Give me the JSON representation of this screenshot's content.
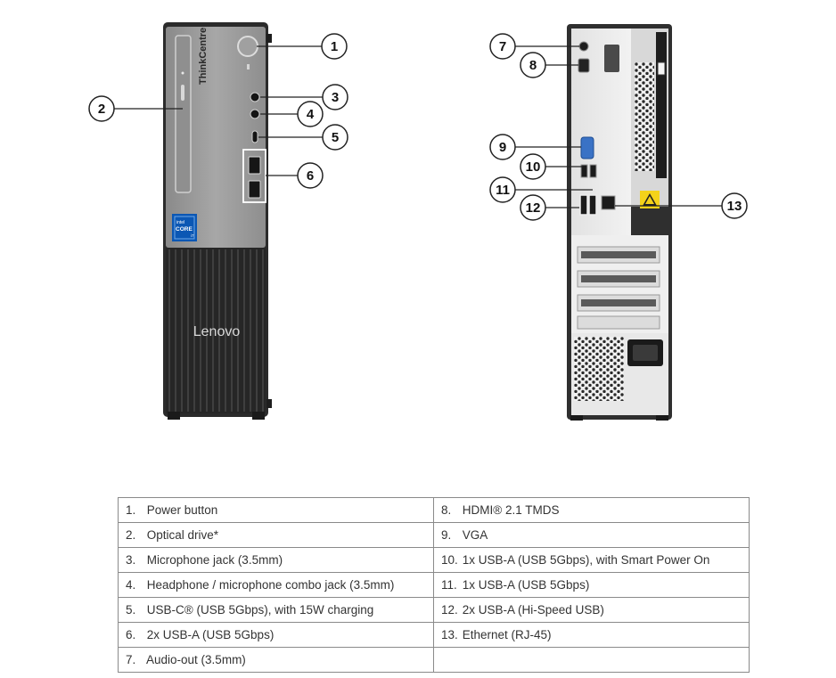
{
  "front_view": {
    "brand_logo": "Lenovo",
    "series_label": "ThinkCentre",
    "cpu_badge": {
      "line1": "intel",
      "line2": "CORE",
      "line3": "i7"
    },
    "callouts": [
      "1",
      "2",
      "3",
      "4",
      "5",
      "6"
    ]
  },
  "rear_view": {
    "callouts": [
      "7",
      "8",
      "9",
      "10",
      "11",
      "12",
      "13"
    ]
  },
  "ports_table": {
    "rows": [
      {
        "left": {
          "num": "1.",
          "label": "Power button"
        },
        "right": {
          "num": "8.",
          "label": "HDMI® 2.1 TMDS"
        }
      },
      {
        "left": {
          "num": "2.",
          "label": "Optical drive*"
        },
        "right": {
          "num": "9.",
          "label": "VGA"
        }
      },
      {
        "left": {
          "num": "3.",
          "label": "Microphone jack (3.5mm)"
        },
        "right": {
          "num": "10.",
          "label": "1x USB-A (USB 5Gbps), with Smart Power On"
        }
      },
      {
        "left": {
          "num": "4.",
          "label": "Headphone / microphone combo jack (3.5mm)"
        },
        "right": {
          "num": "11.",
          "label": "1x USB-A (USB 5Gbps)"
        }
      },
      {
        "left": {
          "num": "5.",
          "label": "USB-C® (USB 5Gbps), with 15W charging"
        },
        "right": {
          "num": "12.",
          "label": "2x USB-A (Hi-Speed USB)"
        }
      },
      {
        "left": {
          "num": "6.",
          "label": "2x USB-A (USB 5Gbps)"
        },
        "right": {
          "num": "13.",
          "label": "Ethernet (RJ-45)"
        }
      },
      {
        "left": {
          "num": "7.",
          "label": "Audio-out (3.5mm)"
        },
        "right": {
          "num": "",
          "label": ""
        }
      }
    ]
  }
}
